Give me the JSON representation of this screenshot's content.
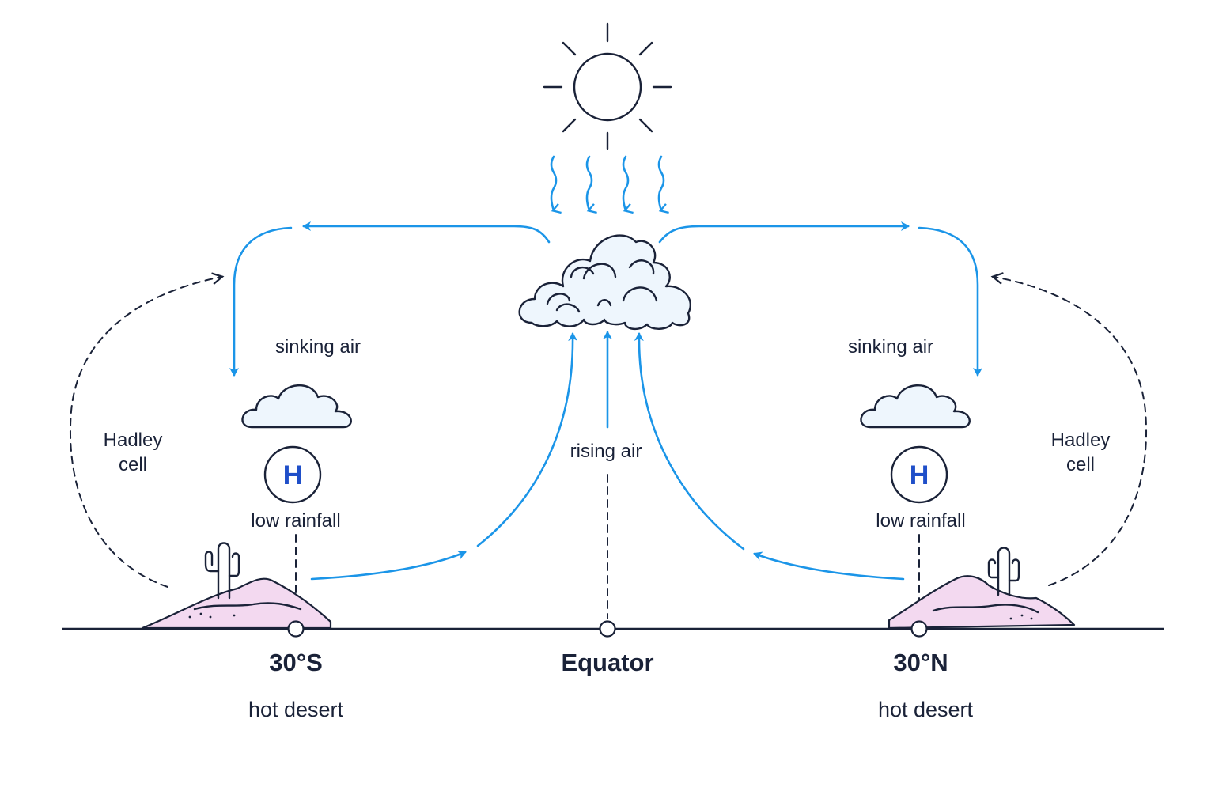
{
  "labels": {
    "sinking_air_left": "sinking air",
    "sinking_air_right": "sinking air",
    "rising_air": "rising air",
    "hadley_left": [
      "Hadley",
      "cell"
    ],
    "hadley_right": [
      "Hadley",
      "cell"
    ],
    "high_left": "H",
    "high_right": "H",
    "low_rainfall_left": "low rainfall",
    "low_rainfall_right": "low rainfall",
    "lat_south": "30°S",
    "lat_equator": "Equator",
    "lat_north": "30°N",
    "desert_left": "hot desert",
    "desert_right": "hot desert"
  },
  "colors": {
    "airflow": "#1b95e8",
    "ink": "#1a2238",
    "high_pressure_letter": "#1f4fc9",
    "cloud_fill": "#eef6fd",
    "desert_fill": "#f3d9f0"
  },
  "icons": [
    "sun-icon",
    "cloud-icon",
    "cactus-icon",
    "desert-dune-icon",
    "high-pressure-icon"
  ]
}
